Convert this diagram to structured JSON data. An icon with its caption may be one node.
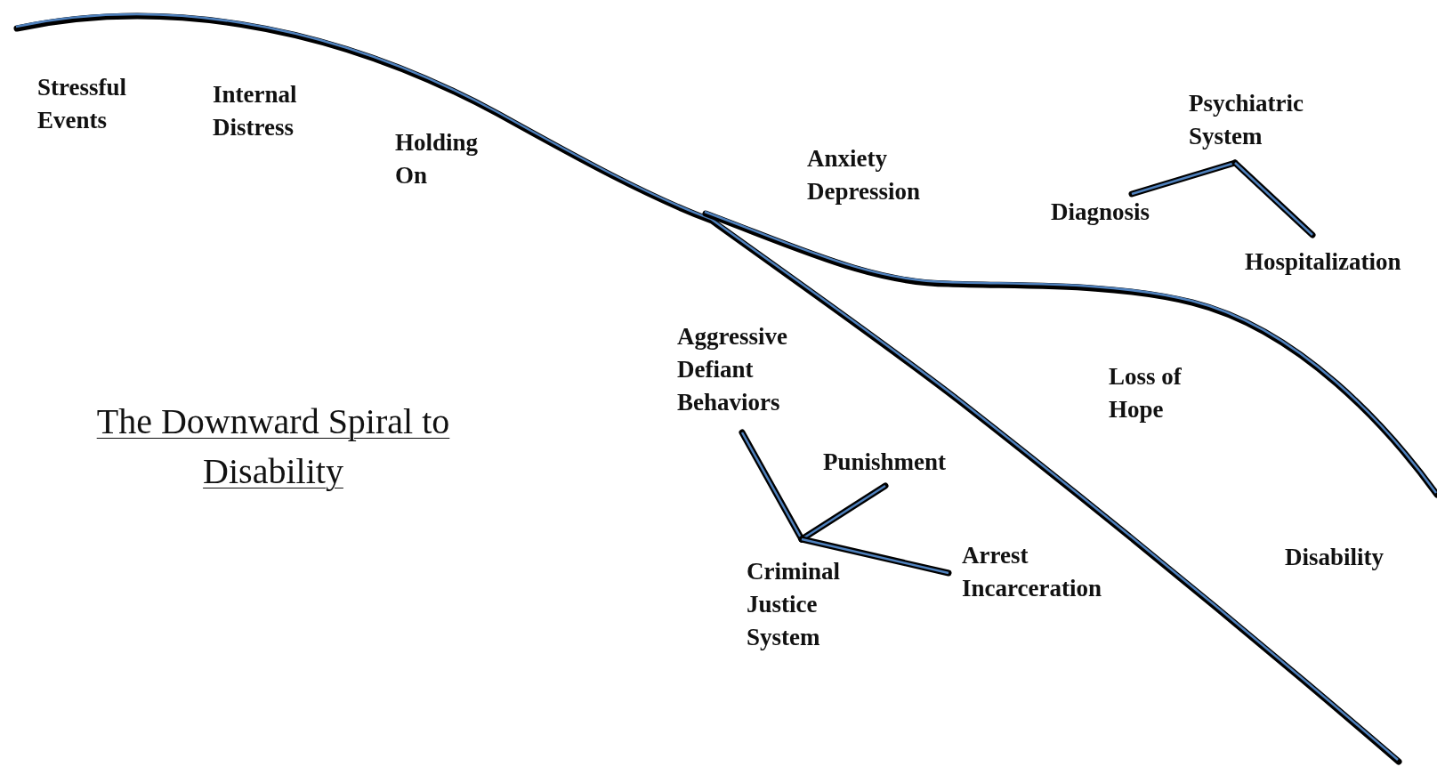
{
  "diagram": {
    "title": "The Downward Spiral to Disability",
    "nodes": [
      {
        "text": [
          "Psychiatric System"
        ]
      },
      {
        "text": [
          "Diagnosis"
        ]
      },
      {
        "text": [
          "Hospitalization"
        ]
      },
      {
        "text": [
          "Aggressive Defiant Behaviors"
        ]
      },
      {
        "text": [
          "Punishment"
        ]
      },
      {
        "text": [
          "Criminal Justice System"
        ]
      },
      {
        "text": [
          "Arrest Incarceration"
        ]
      }
    ],
    "edges": [
      {
        "from": 0,
        "to": 1,
        "arrow": "none"
      },
      {
        "from": 0,
        "to": 2,
        "arrow": "none"
      },
      {
        "from": 3,
        "to": 5,
        "arrow": "none"
      },
      {
        "from": 5,
        "to": 4,
        "arrow": "none"
      },
      {
        "from": 5,
        "to": 6,
        "arrow": "none"
      }
    ],
    "labels": [
      "Stressful Events",
      "Internal Distress",
      "Holding On",
      "Anxiety Depression",
      "Loss of Hope",
      "Disability"
    ]
  }
}
